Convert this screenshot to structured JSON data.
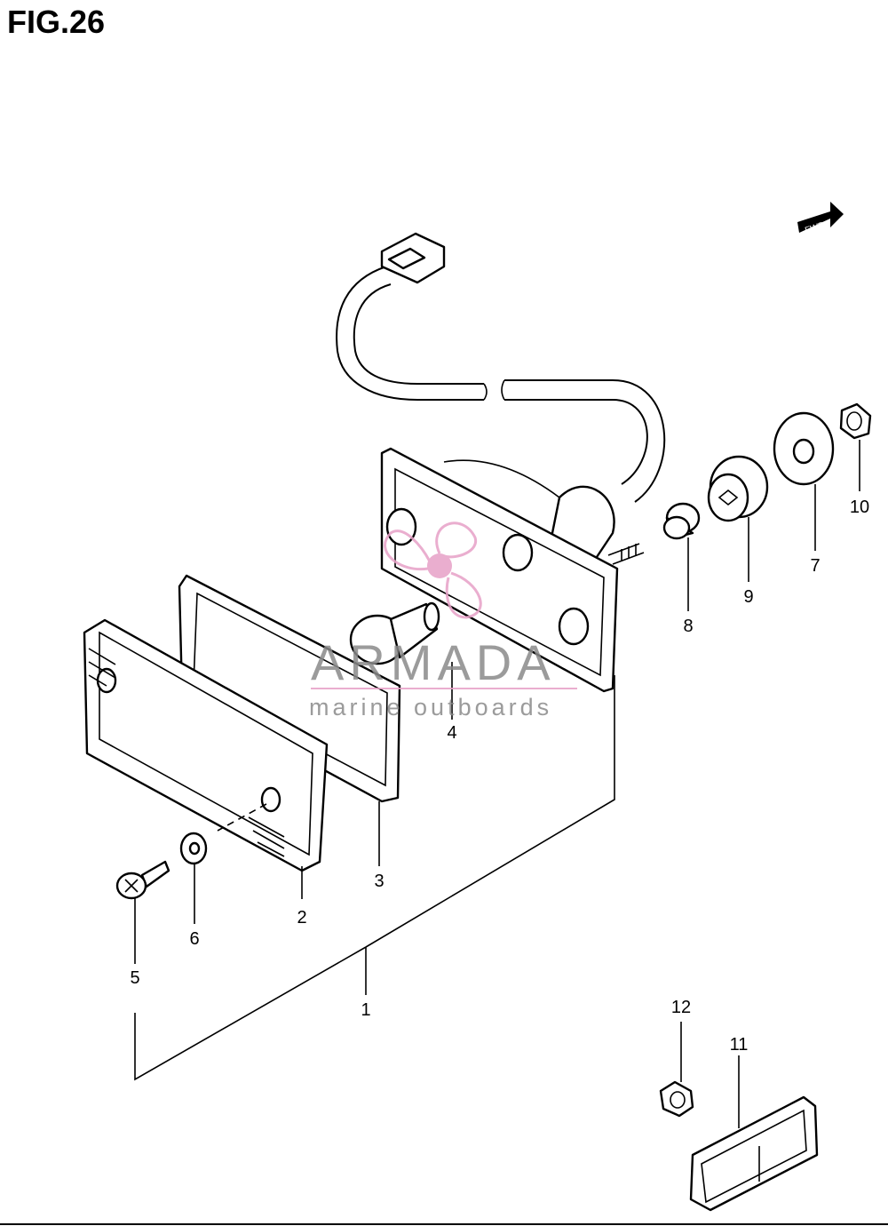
{
  "figure": {
    "title": "FIG.26"
  },
  "fwd_marker": {
    "label": "FWD"
  },
  "watermark": {
    "brand": "ARMADA",
    "tagline": "marine outboards",
    "brand_color": "#e7a1c7"
  },
  "callouts": [
    {
      "id": "1",
      "label": "1"
    },
    {
      "id": "2",
      "label": "2"
    },
    {
      "id": "3",
      "label": "3"
    },
    {
      "id": "4",
      "label": "4"
    },
    {
      "id": "5",
      "label": "5"
    },
    {
      "id": "6",
      "label": "6"
    },
    {
      "id": "7",
      "label": "7"
    },
    {
      "id": "8",
      "label": "8"
    },
    {
      "id": "9",
      "label": "9"
    },
    {
      "id": "10",
      "label": "10"
    },
    {
      "id": "11",
      "label": "11"
    },
    {
      "id": "12",
      "label": "12"
    }
  ]
}
